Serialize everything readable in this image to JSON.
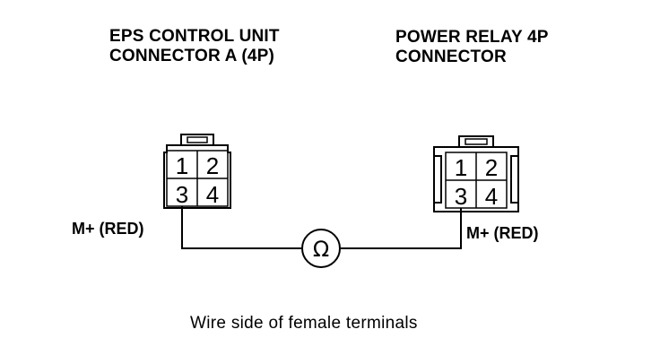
{
  "left_connector": {
    "title_line1": "EPS CONTROL UNIT",
    "title_line2": "CONNECTOR A (4P)",
    "pins": [
      "1",
      "2",
      "3",
      "4"
    ],
    "wire_label": "M+ (RED)"
  },
  "right_connector": {
    "title_line1": "POWER RELAY 4P",
    "title_line2": "CONNECTOR",
    "pins": [
      "1",
      "2",
      "3",
      "4"
    ],
    "wire_label": "M+ (RED)"
  },
  "meter": {
    "symbol": "Ω"
  },
  "caption": "Wire side of female terminals",
  "colors": {
    "ink": "#000000",
    "background": "#ffffff"
  }
}
